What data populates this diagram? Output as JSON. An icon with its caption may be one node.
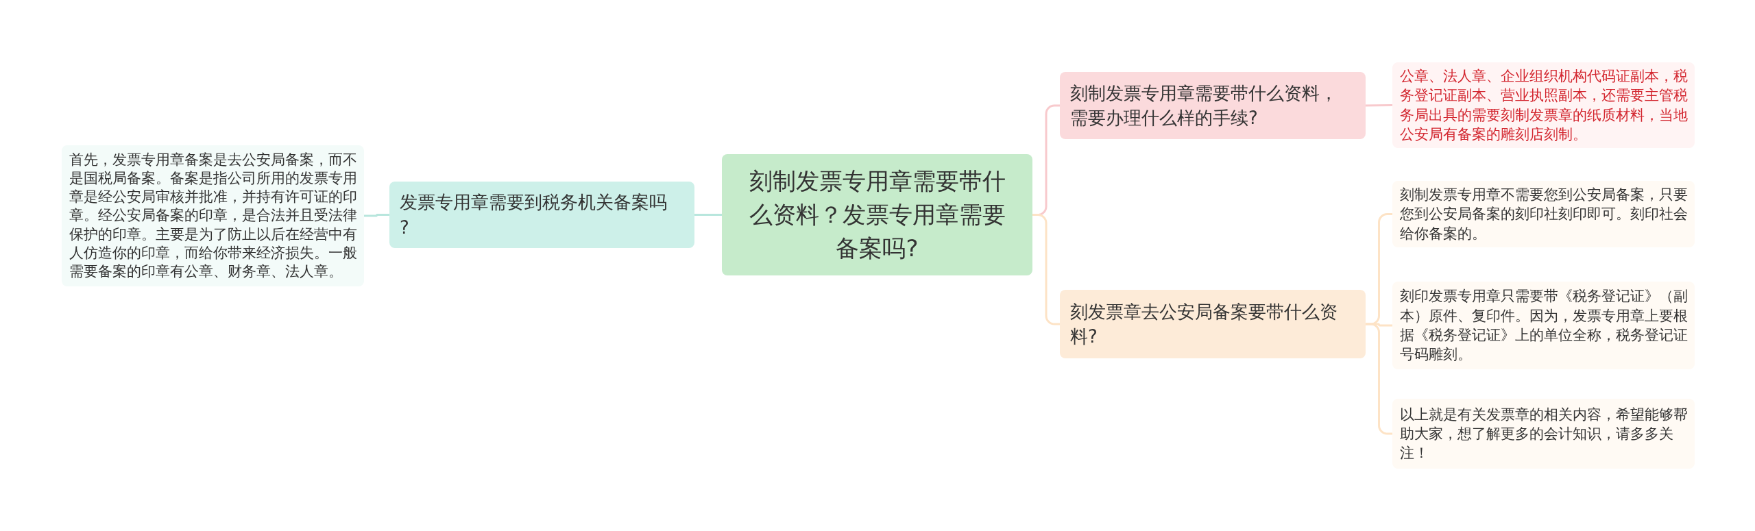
{
  "diagram": {
    "nodes": [
      {
        "text": [
          "刻制发票专用章需要带什么资料？发票专用章需要备案吗?"
        ]
      },
      {
        "text": [
          "发票专用章需要到税务机关备案吗?"
        ]
      },
      {
        "text": [
          "首先，发票专用章备案是去公安局备案，而不是国税局备案。备案是指公司所用的发票专用章是经公安局审核并批准，并持有许可证的印章。经公安局备案的印章，是合法并且受法律保护的印章。主要是为了防止以后在经营中有人仿造你的印章，而给你带来经济损失。一般需要备案的印章有公章、财务章、法人章。"
        ]
      },
      {
        "text": [
          "刻制发票专用章需要带什么资料，需要办理什么样的手续?"
        ]
      },
      {
        "text": [
          "公章、法人章、企业组织机构代码证副本，税务登记证副本、营业执照副本，还需要主管税务局出具的需要刻制发票章的纸质材料，当地公安局有备案的雕刻店刻制。"
        ]
      },
      {
        "text": [
          "刻发票章去公安局备案要带什么资料?"
        ]
      },
      {
        "text": [
          "刻制发票专用章不需要您到公安局备案，只要您到公安局备案的刻印社刻印即可。刻印社会给你备案的。"
        ]
      },
      {
        "text": [
          "刻印发票专用章只需要带《税务登记证》（副本）原件、复印件。因为，发票专用章上要根据《税务登记证》上的单位全称，税务登记证号码雕刻。"
        ]
      },
      {
        "text": [
          "以上就是有关发票章的相关内容，希望能够帮助大家，想了解更多的会计知识，请多多关注！"
        ]
      }
    ],
    "edges": [
      {
        "from": 0,
        "to": 1,
        "arrow": "none",
        "color": "#b8e6dd"
      },
      {
        "from": 1,
        "to": 2,
        "arrow": "none",
        "color": "#b8e6dd"
      },
      {
        "from": 0,
        "to": 3,
        "arrow": "none",
        "color": "#f8cacd"
      },
      {
        "from": 3,
        "to": 4,
        "arrow": "none",
        "color": "#f8cacd"
      },
      {
        "from": 0,
        "to": 5,
        "arrow": "none"
      },
      {
        "from": 5,
        "to": 6,
        "arrow": "none"
      },
      {
        "from": 5,
        "to": 7,
        "arrow": "none"
      },
      {
        "from": 5,
        "to": 8,
        "arrow": "none"
      }
    ]
  }
}
